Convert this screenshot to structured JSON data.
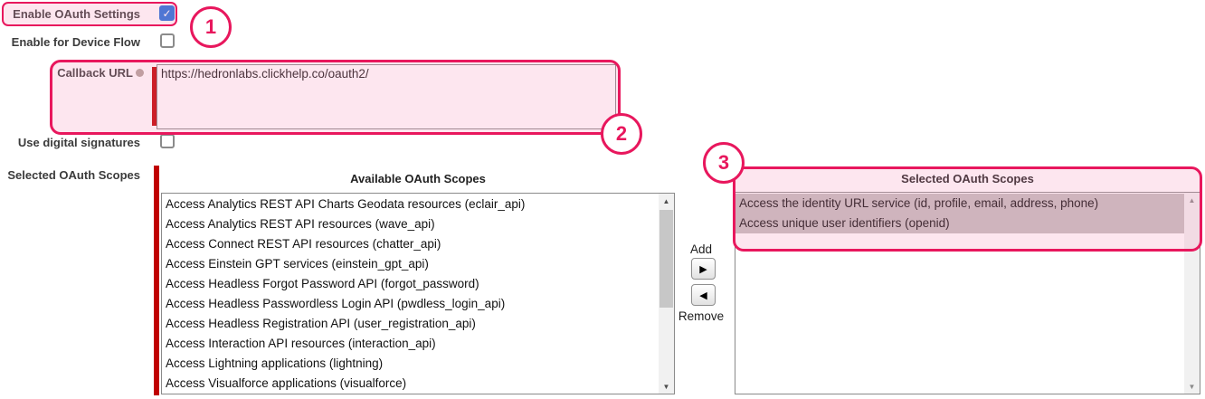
{
  "colors": {
    "annotation": "#e8175d",
    "annotation_fill": "rgba(246,140,180,0.22)",
    "required_bar": "#c00000",
    "checkbox_checked": "#2170dc",
    "selected_item_bg": "#c4bfbf"
  },
  "icons": {
    "checkmark": "✓",
    "arrow_right": "▶",
    "arrow_left": "◀",
    "scroll_up": "▲",
    "scroll_down": "▼"
  },
  "fields": {
    "enable_oauth": {
      "label": "Enable OAuth Settings",
      "checked": true
    },
    "device_flow": {
      "label": "Enable for Device Flow",
      "checked": false
    },
    "callback_url": {
      "label": "Callback URL",
      "value": "https://hedronlabs.clickhelp.co/oauth2/"
    },
    "digital_signatures": {
      "label": "Use digital signatures",
      "checked": false
    },
    "scopes_row": {
      "label": "Selected OAuth Scopes"
    }
  },
  "available_scopes": {
    "header": "Available OAuth Scopes",
    "items": [
      "Access Analytics REST API Charts Geodata resources (eclair_api)",
      "Access Analytics REST API resources (wave_api)",
      "Access Connect REST API resources (chatter_api)",
      "Access Einstein GPT services (einstein_gpt_api)",
      "Access Headless Forgot Password API (forgot_password)",
      "Access Headless Passwordless Login API (pwdless_login_api)",
      "Access Headless Registration API (user_registration_api)",
      "Access Interaction API resources (interaction_api)",
      "Access Lightning applications (lightning)",
      "Access Visualforce applications (visualforce)"
    ]
  },
  "selected_scopes": {
    "header": "Selected OAuth Scopes",
    "items": [
      "Access the identity URL service (id, profile, email, address, phone)",
      "Access unique user identifiers (openid)"
    ]
  },
  "shuttle": {
    "add_label": "Add",
    "remove_label": "Remove"
  },
  "annotations": [
    {
      "number": "1"
    },
    {
      "number": "2"
    },
    {
      "number": "3"
    }
  ]
}
